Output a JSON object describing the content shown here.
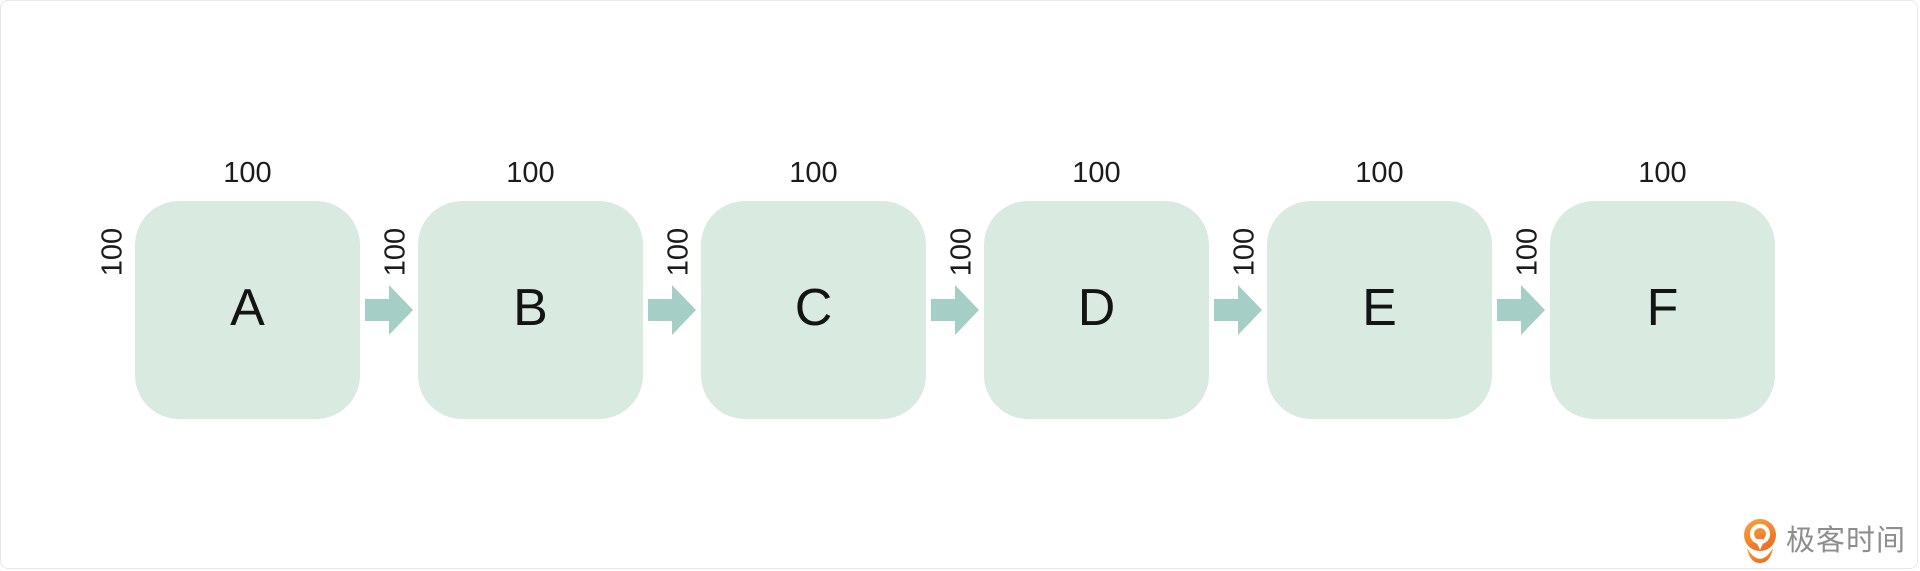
{
  "diagram": {
    "nodes": [
      {
        "label": "A",
        "top_label": "100",
        "side_label": "100"
      },
      {
        "label": "B",
        "top_label": "100",
        "side_label": "100"
      },
      {
        "label": "C",
        "top_label": "100",
        "side_label": "100"
      },
      {
        "label": "D",
        "top_label": "100",
        "side_label": "100"
      },
      {
        "label": "E",
        "top_label": "100",
        "side_label": "100"
      },
      {
        "label": "F",
        "top_label": "100",
        "side_label": "100"
      }
    ],
    "arrows": [
      {
        "from": "A",
        "to": "B"
      },
      {
        "from": "B",
        "to": "C"
      },
      {
        "from": "C",
        "to": "D"
      },
      {
        "from": "D",
        "to": "E"
      },
      {
        "from": "E",
        "to": "F"
      }
    ]
  },
  "colors": {
    "node_fill": "#d9eae1",
    "arrow_fill": "#a5cfc6",
    "label_text": "#1b1b1b",
    "brand_text": "#8e8e8e",
    "brand_orange_light": "#f9a03c",
    "brand_orange_dark": "#ec6c20",
    "canvas_border": "#e8e8e8"
  },
  "footer": {
    "brand": "极客时间"
  }
}
